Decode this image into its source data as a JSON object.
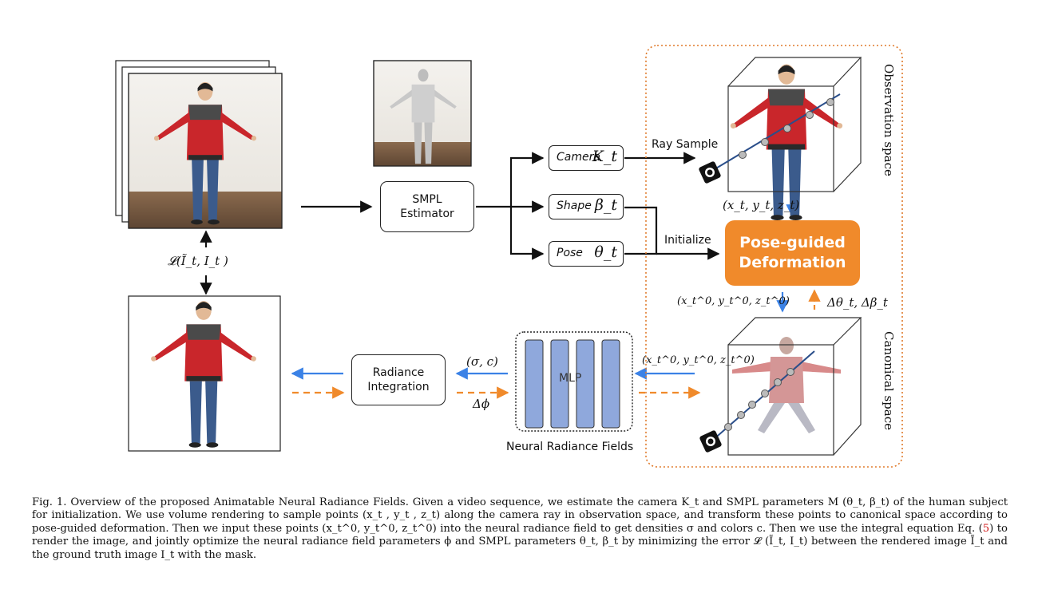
{
  "labels": {
    "loss": "𝓛(Ĩ_t, I_t )",
    "smpl_estimator": [
      "SMPL",
      "Estimator"
    ],
    "camera": {
      "name": "Camera",
      "symbol": "K_t"
    },
    "shape": {
      "name": "Shape",
      "symbol": "β_t"
    },
    "pose": {
      "name": "Pose",
      "symbol": "θ_t"
    },
    "ray_sample": "Ray Sample",
    "initialize": "Initialize",
    "xyz_obs": "(x_t, y_t, z_t)",
    "pose_guided": [
      "Pose-guided",
      "Deformation"
    ],
    "xyz_canon_left": "(x_t^0, y_t^0, z_t^0)",
    "delta_params": "Δθ_t, Δβ_t",
    "xyz_canon_mlp": "(x_t^0, y_t^0, z_t^0)",
    "mlp": "MLP",
    "nrf": "Neural Radiance Fields",
    "sigma_c": "(σ, c)",
    "delta_phi": "Δϕ",
    "radiance_integration": [
      "Radiance",
      "Integration"
    ],
    "observation_space": "Observation space",
    "canonical_space": "Canonical space"
  },
  "caption": {
    "prefix": "Fig. 1.  Overview of the proposed Animatable Neural Radiance Fields. Given a video sequence, we estimate the camera K_t and SMPL parameters M (θ_t, β_t) of the human subject for initialization. We use volume rendering to sample points (x_t , y_t , z_t) along the camera ray in observation space, and transform these points to canonical space according to pose-guided deformation. Then we input these points (x_t^0, y_t^0, z_t^0) into the neural radiance field to get densities σ and colors c. Then we use the integral equation Eq. (",
    "ref": "5",
    "suffix": ") to render the image, and jointly optimize the neural radiance field parameters ϕ and SMPL parameters θ_t, β_t by minimizing the error 𝓛 (Ĩ_t, I_t) between the rendered image Ĩ_t and the ground truth image I_t with the mask."
  },
  "colors": {
    "orange": "#f08a2b",
    "blue": "#3b82e6",
    "mlp_bar": "#8fa8dc",
    "person_jacket": "#c9262b",
    "person_jeans": "#3b5b8c"
  },
  "icons": [
    "camera-icon",
    "person-figure",
    "smpl-mesh-figure"
  ]
}
